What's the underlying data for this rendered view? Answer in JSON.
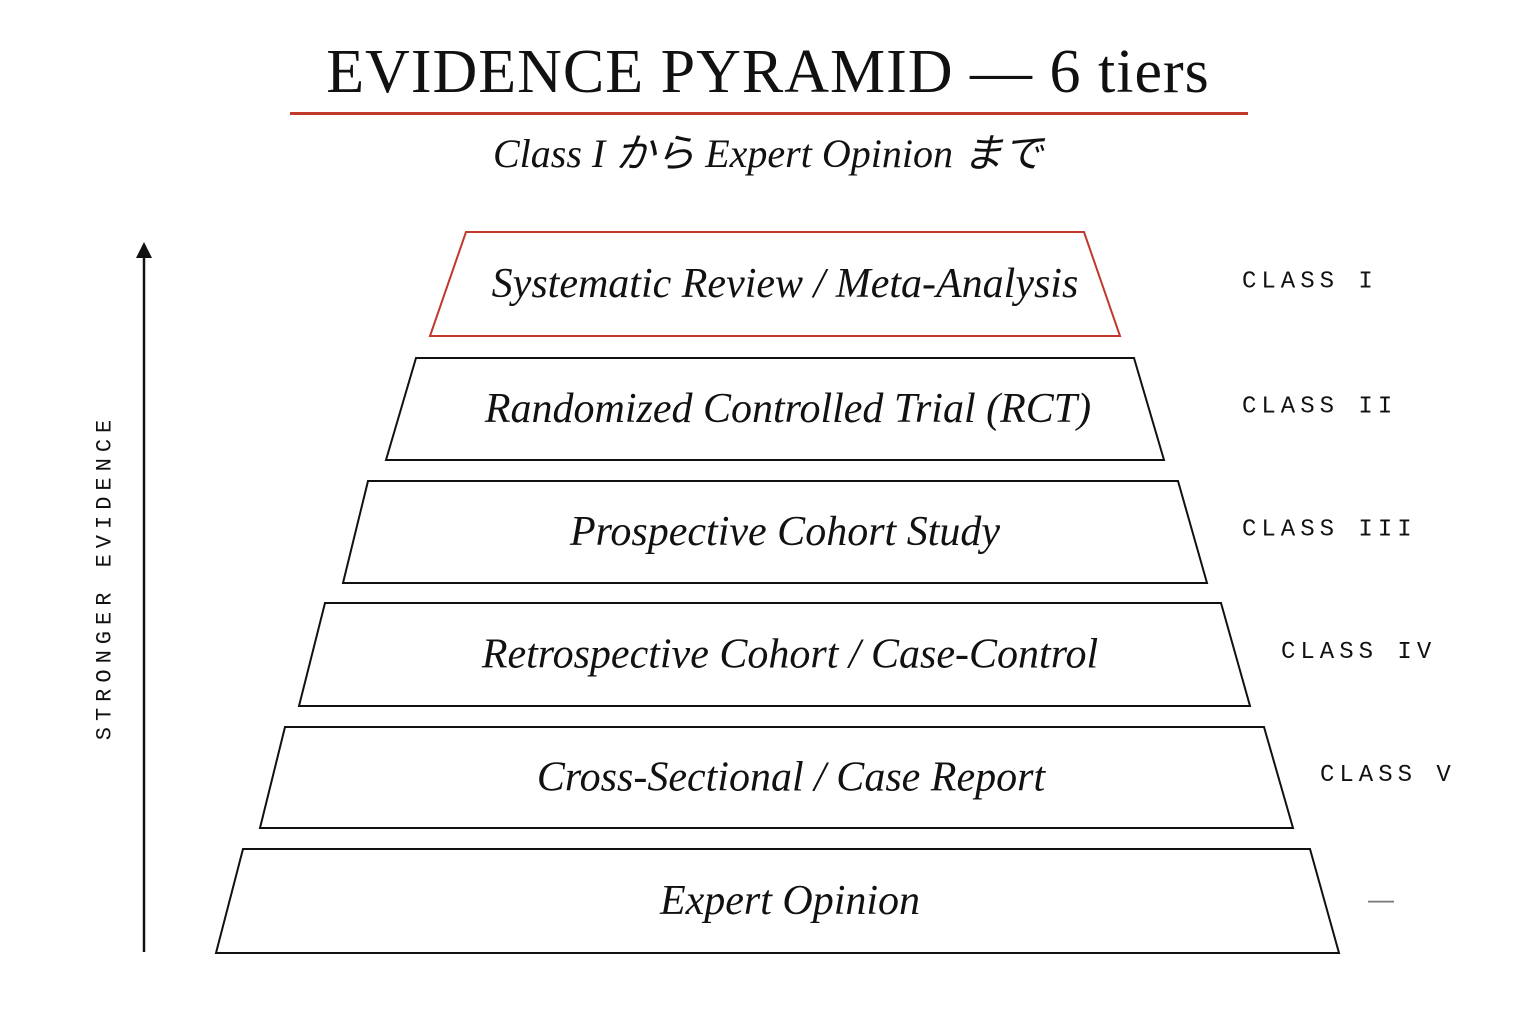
{
  "title": "EVIDENCE PYRAMID — 6 tiers",
  "subtitle": "Class I から Expert Opinion まで",
  "axis_label": "STRONGER EVIDENCE",
  "colors": {
    "accent": "#c0392b",
    "ink": "#111111",
    "muted": "#777777",
    "background": "#ffffff"
  },
  "tiers": [
    {
      "label": "Systematic Review / Meta-Analysis",
      "class": "CLASS I",
      "highlighted": true
    },
    {
      "label": "Randomized Controlled Trial (RCT)",
      "class": "CLASS II",
      "highlighted": false
    },
    {
      "label": "Prospective Cohort Study",
      "class": "CLASS III",
      "highlighted": false
    },
    {
      "label": "Retrospective Cohort / Case-Control",
      "class": "CLASS IV",
      "highlighted": false
    },
    {
      "label": "Cross-Sectional / Case Report",
      "class": "CLASS V",
      "highlighted": false
    },
    {
      "label": "Expert Opinion",
      "class": "—",
      "highlighted": false
    }
  ]
}
